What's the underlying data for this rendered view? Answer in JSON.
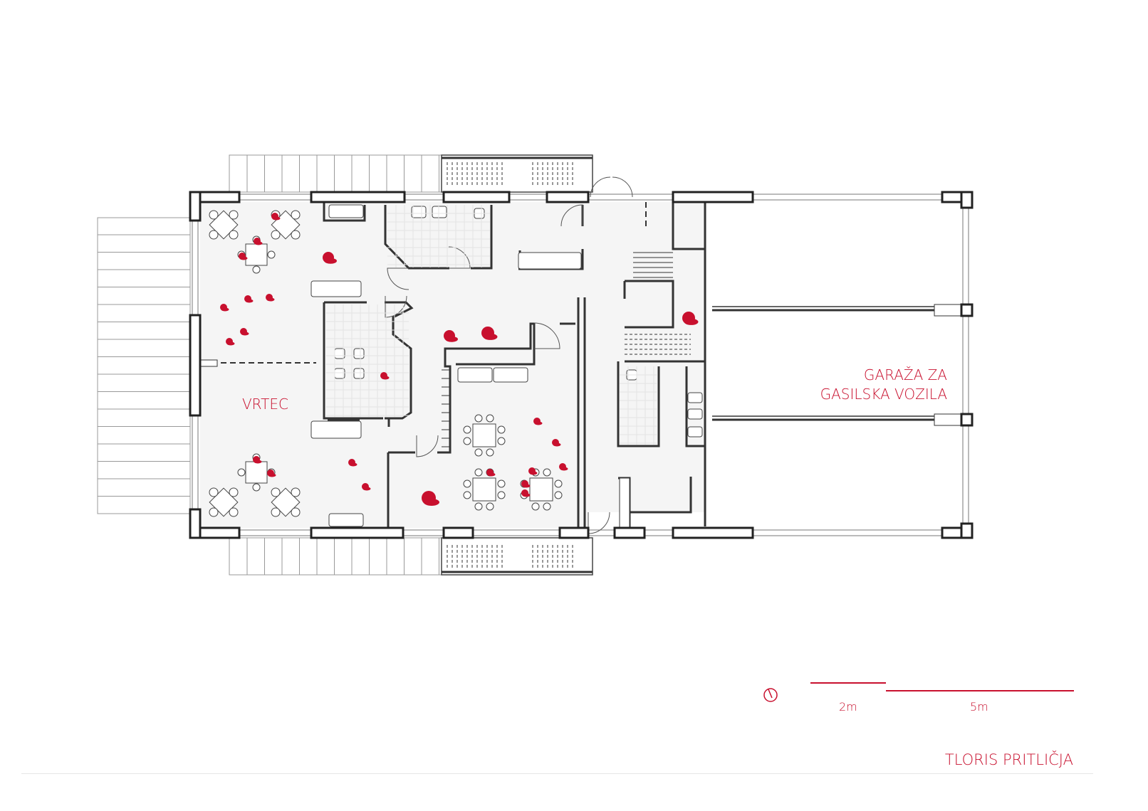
{
  "rooms": {
    "kindergarten": "VRTEC",
    "garage_line1": "GARAŽA ZA",
    "garage_line2": "GASILSKA VOZILA"
  },
  "scale_bar": {
    "short_label": "2m",
    "long_label": "5m"
  },
  "compass_icon": "north-arrow-icon",
  "title": "TLORIS PRITLIČJA",
  "colors": {
    "accent": "#c8102e",
    "wall": "#222222",
    "floor": "#f5f5f5"
  }
}
